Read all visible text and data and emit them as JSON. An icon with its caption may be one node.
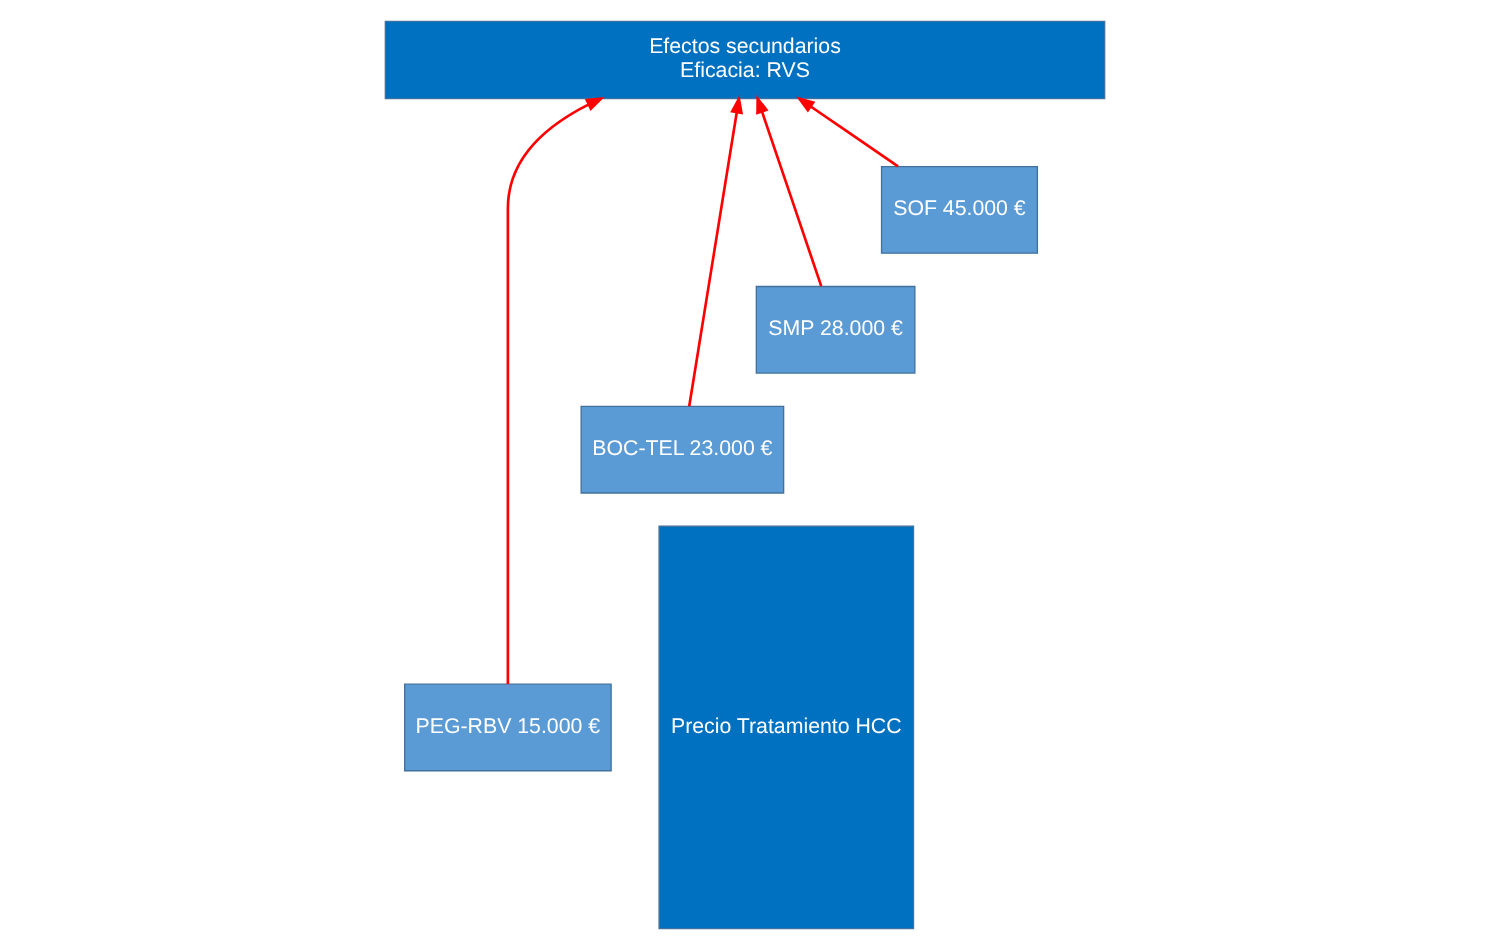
{
  "diagram": {
    "nodes": [
      {
        "text": [
          "Efectos secundarios",
          "Eficacia: RVS"
        ]
      },
      {
        "text": [
          "PEG-RBV 15.000 €"
        ]
      },
      {
        "text": [
          "BOC-TEL 23.000 €"
        ]
      },
      {
        "text": [
          "SMP 28.000 €"
        ]
      },
      {
        "text": [
          "SOF 45.000 €"
        ]
      },
      {
        "text": [
          "Precio Tratamiento HCC"
        ]
      }
    ],
    "edges": [
      {
        "from": 1,
        "to": 0,
        "arrow": "to"
      },
      {
        "from": 2,
        "to": 0,
        "arrow": "to"
      },
      {
        "from": 3,
        "to": 0,
        "arrow": "to"
      },
      {
        "from": 4,
        "to": 0,
        "arrow": "to"
      }
    ]
  }
}
